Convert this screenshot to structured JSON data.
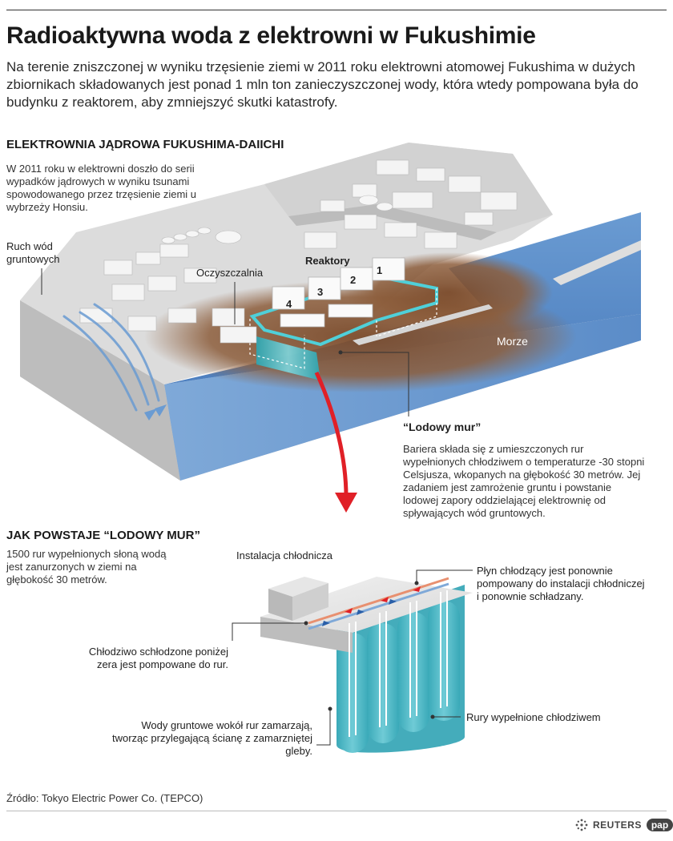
{
  "title": "Radioaktywna woda z elektrowni w Fukushimie",
  "lead": "Na terenie zniszczonej w wyniku trzęsienie ziemi w 2011 roku elektrowni atomowej Fukushima w dużych zbiornikach składowanych jest ponad 1 mln ton zanieczyszczonej wody, która wtedy pompowana była do budynku z reaktorem, aby zmniejszyć skutki katastrofy.",
  "plant": {
    "heading": "ELEKTROWNIA JĄDROWA FUKUSHIMA-DAIICHI",
    "note": "W 2011 roku w elektrowni doszło do serii wypadków jądrowych w wyniku tsunami spowodowanego przez trzęsienie ziemi u wybrzeży Honsiu.",
    "groundwater_label": "Ruch wód gruntowych",
    "treatment_label": "Oczyszczalnia",
    "reactors_label": "Reaktory",
    "reactor_numbers": [
      "1",
      "2",
      "3",
      "4"
    ],
    "sea_label": "Morze",
    "ice_wall_title": "“Lodowy mur”",
    "ice_wall_text": "Bariera składa się z umieszczonych rur wypełnionych chłodziwem o temperaturze -30 stopni Celsjusza, wkopanych na głębokość 30 metrów. Jej zadaniem jest zamrożenie gruntu i powstanie lodowej zapory oddzielającej elektrownię od spływających wód gruntowych."
  },
  "howto": {
    "heading": "JAK POWSTAJE “LODOWY MUR”",
    "intro": "1500 rur wypełnionych słoną wodą jest zanurzonych w ziemi na głębokość 30 metrów.",
    "cooling_label": "Instalacja chłodnicza",
    "coolant_in": "Chłodziwo schłodzone poniżej zera jest pompowane do rur.",
    "coolant_return": "Płyn chłodzący jest ponownie pompowany do instalacji chłodniczej i ponownie schładzany.",
    "groundwater_freeze": "Wody gruntowe wokół rur zamarzają, tworząc przylegającą ścianę z zamarzniętej gleby.",
    "pipes_label": "Rury wypełnione chłodziwem"
  },
  "footer": {
    "source": "Źródło: Tokyo Electric Power Co. (TEPCO)",
    "logo_reuters": "REUTERS",
    "logo_pap": "pap"
  },
  "colors": {
    "sea": "#5b8fc9",
    "ground": "#dcdcdc",
    "contamination": "#8a5a3a",
    "ice": "#4fb9c4",
    "arrow_red": "#e02027"
  }
}
